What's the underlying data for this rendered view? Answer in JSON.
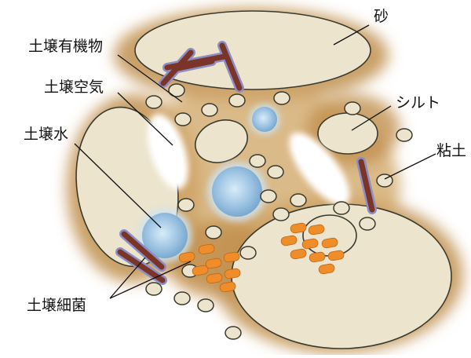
{
  "labels": {
    "sand": "砂",
    "silt": "シルト",
    "clay": "粘土",
    "organic_matter": "土壌有機物",
    "soil_air": "土壌空気",
    "soil_water": "土壌水",
    "soil_bacteria": "土壌細菌"
  },
  "colors": {
    "particle_fill": "#ece4cc",
    "particle_outline": "#3a3a2e",
    "halo": "#b5833a",
    "organic": "#7a3428",
    "organic_outline": "#8d8ec4",
    "bacteria": "#ef8d2a",
    "water": "#9fc5e4",
    "air": "#ffffff"
  }
}
